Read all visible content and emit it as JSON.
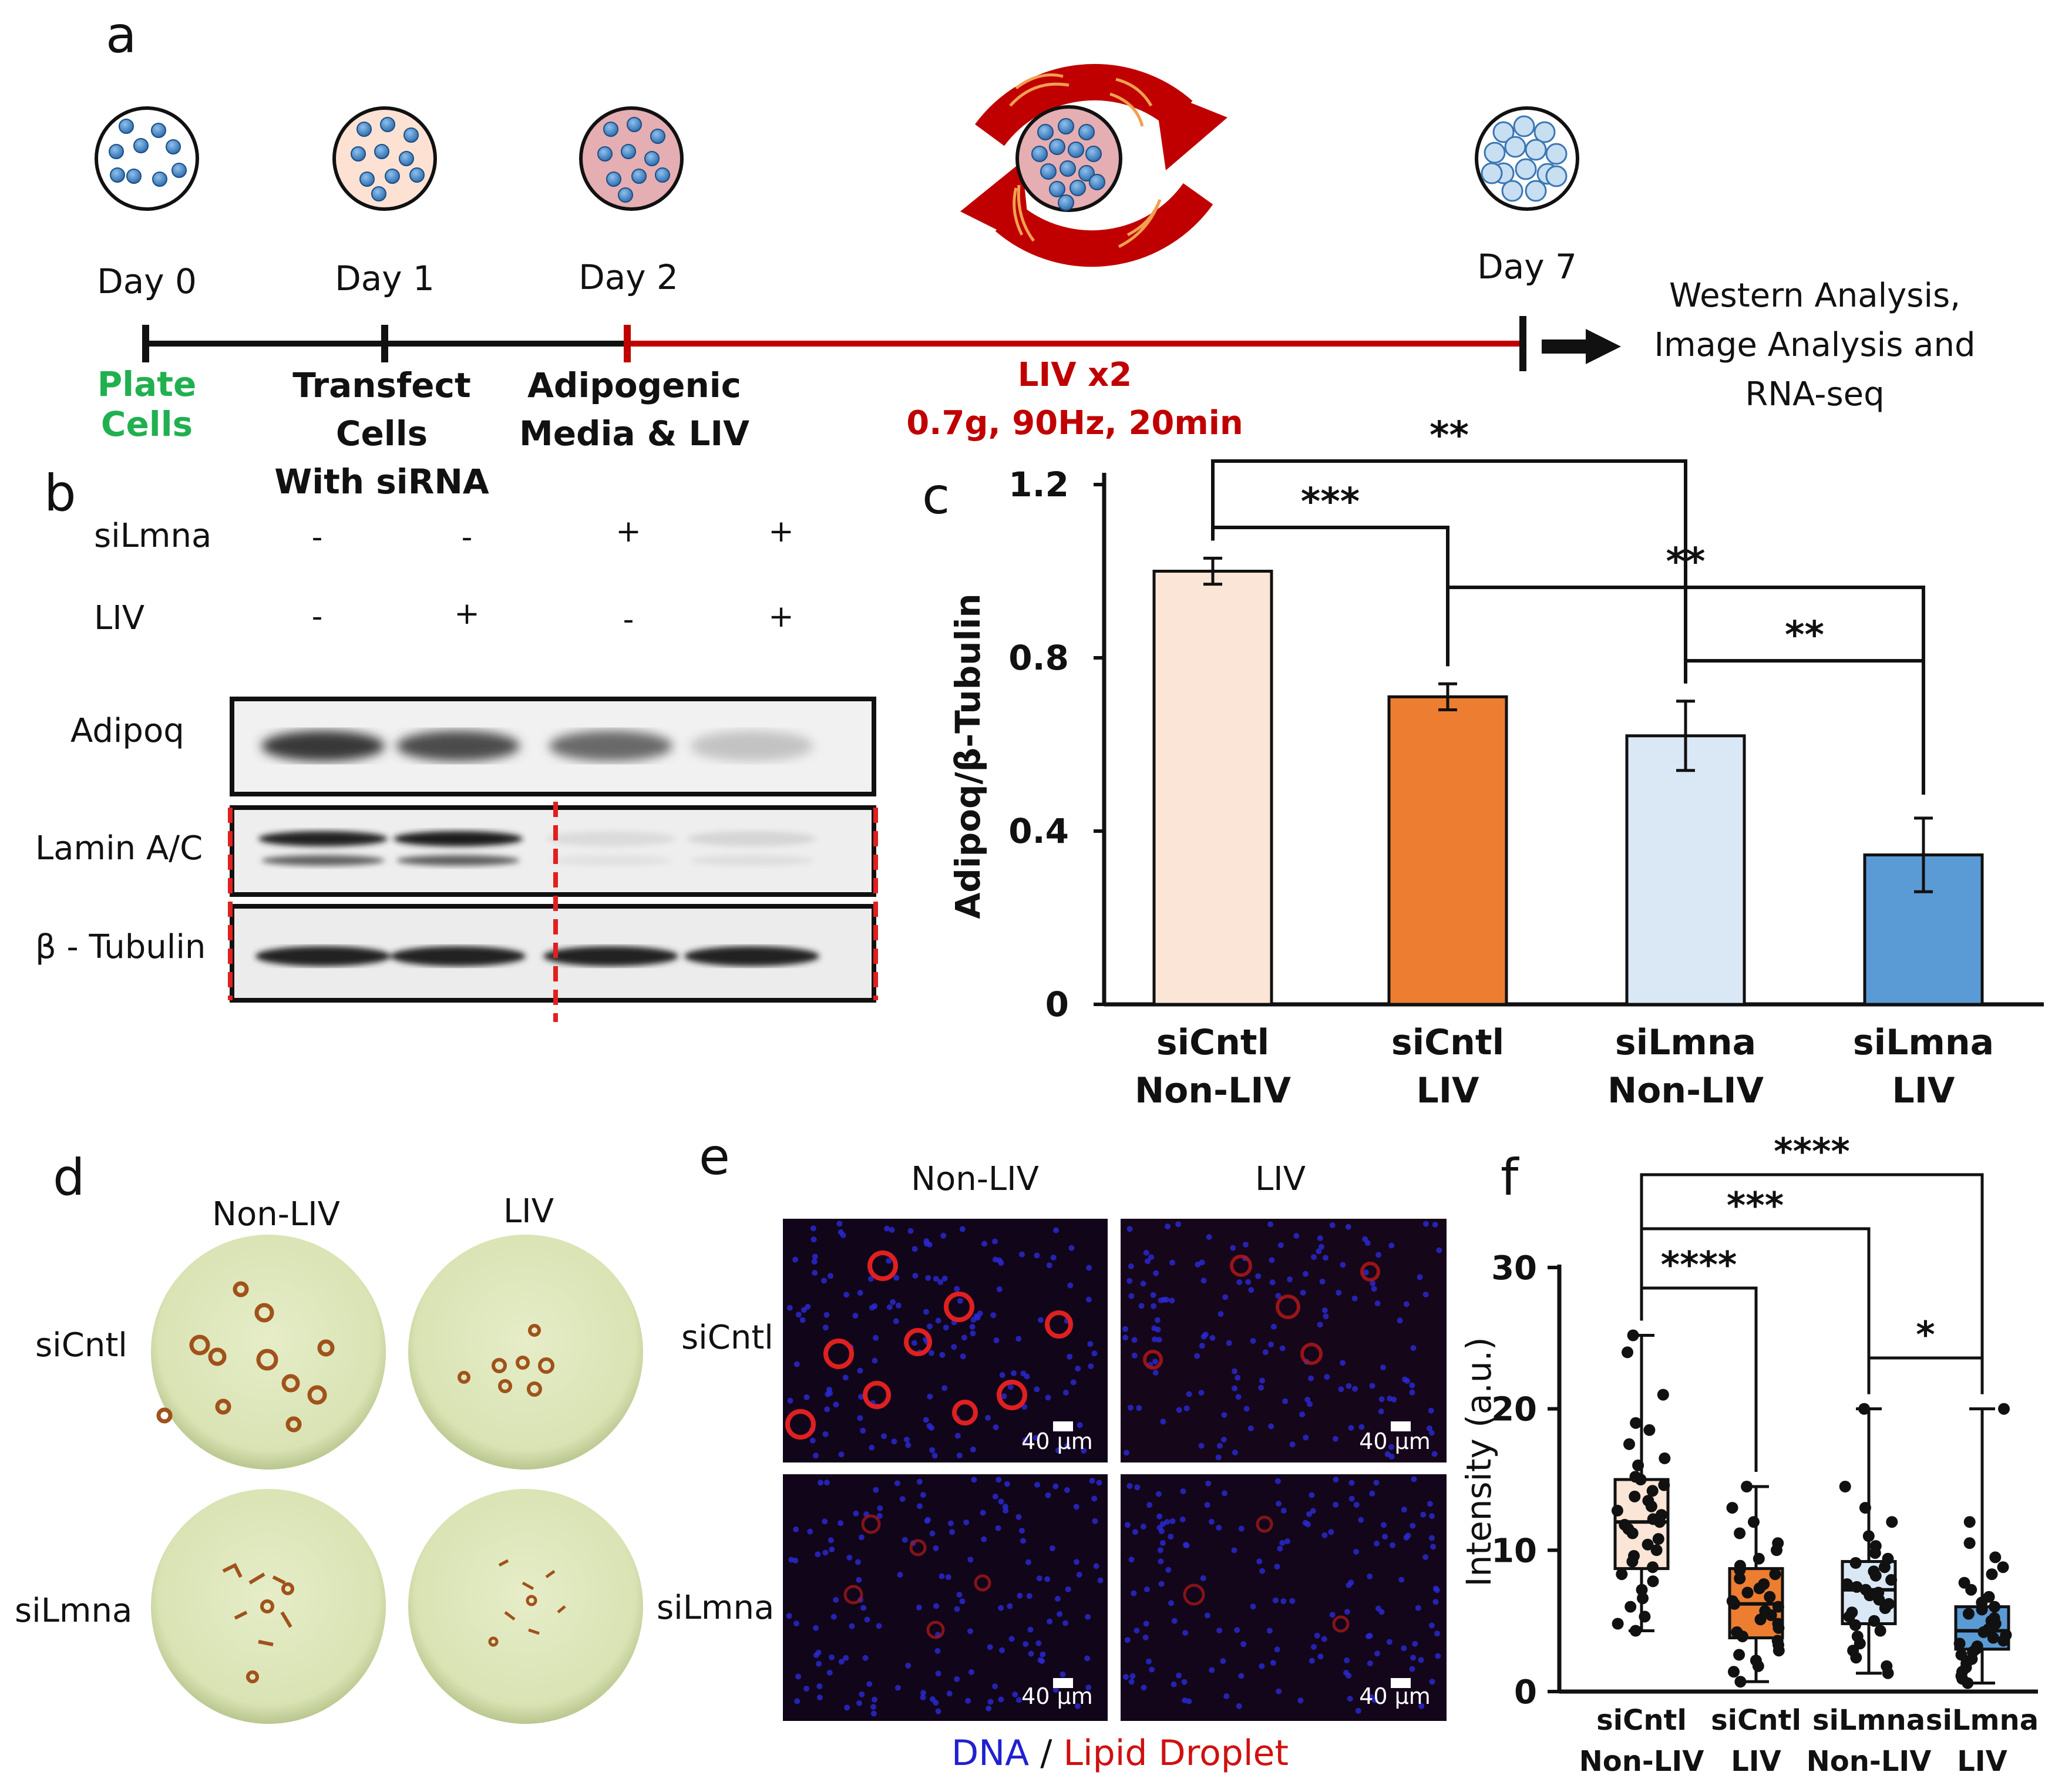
{
  "panels": {
    "a": "a",
    "b": "b",
    "c": "c",
    "d": "d",
    "e": "e",
    "f": "f"
  },
  "timeline": {
    "days": [
      "Day 0",
      "Day 1",
      "Day 2",
      "Day 7"
    ],
    "steps": {
      "plate": "Plate Cells",
      "transfect_1": "Transfect Cells",
      "transfect_2": "With siRNA",
      "adipo_1": "Adipogenic",
      "adipo_2": "Media & LIV",
      "liv_1": "LIV x2",
      "liv_2": "0.7g, 90Hz, 20min"
    },
    "analysis": [
      "Western Analysis,",
      "Image Analysis and",
      "RNA-seq"
    ],
    "colors": {
      "plate": "#20b050",
      "liv": "#c00000",
      "dish_blue": "#3f84c6"
    }
  },
  "western": {
    "row_labels": {
      "silmna": "siLmna",
      "liv": "LIV"
    },
    "silmna_signs": [
      "-",
      "-",
      "+",
      "+"
    ],
    "liv_signs": [
      "-",
      "+",
      "-",
      "+"
    ],
    "bands": [
      "Adipoq",
      "Lamin A/C",
      "β - Tubulin"
    ],
    "adipoq_intensity": [
      0.95,
      0.85,
      0.7,
      0.25
    ],
    "lamin_intensity": [
      0.95,
      0.97,
      0.1,
      0.12
    ],
    "tubulin_intensity": [
      0.95,
      0.95,
      0.95,
      0.95
    ]
  },
  "chart_data": [
    {
      "type": "bar",
      "ylabel": "Adipoq/β-Tubulin",
      "xlabel": "",
      "ylim": [
        0,
        1.2
      ],
      "yticks": [
        "0",
        "0.4",
        "0.8",
        "1.2"
      ],
      "categories": [
        [
          "siCntl",
          "Non-LIV"
        ],
        [
          "siCntl",
          "LIV"
        ],
        [
          "siLmna",
          "Non-LIV"
        ],
        [
          "siLmna",
          "LIV"
        ]
      ],
      "values": [
        1.0,
        0.71,
        0.62,
        0.345
      ],
      "errors": [
        0.03,
        0.03,
        0.08,
        0.085
      ],
      "colors": [
        "#fbe5d6",
        "#ed7d31",
        "#dae8f6",
        "#5b9bd5"
      ],
      "significance": [
        {
          "from": 0,
          "to": 2,
          "label": "**"
        },
        {
          "from": 0,
          "to": 1,
          "label": "***"
        },
        {
          "from": 1,
          "to": 3,
          "label": "**"
        },
        {
          "from": 2,
          "to": 3,
          "label": "**"
        }
      ]
    },
    {
      "type": "box",
      "ylabel": "Intensity (a.u.)",
      "xlabel": "",
      "ylim": [
        0,
        30
      ],
      "yticks": [
        "0",
        "10",
        "20",
        "30"
      ],
      "categories": [
        [
          "siCntl",
          "Non-LIV"
        ],
        [
          "siCntl",
          "LIV"
        ],
        [
          "siLmna",
          "Non-LIV"
        ],
        [
          "siLmna",
          "LIV"
        ]
      ],
      "boxes": [
        {
          "min": 4.3,
          "q1": 8.7,
          "median": 12.0,
          "q3": 15.0,
          "max": 25.2,
          "points": [
            25.2,
            24.0,
            21.0,
            19.0,
            18.5,
            17.5,
            16.5,
            16.0,
            15.2,
            15.0,
            14.6,
            14.2,
            13.8,
            13.5,
            13.1,
            12.8,
            12.5,
            12.2,
            12.0,
            11.8,
            11.5,
            11.2,
            10.8,
            10.4,
            10.0,
            9.6,
            9.2,
            8.8,
            8.3,
            7.8,
            7.2,
            6.6,
            6.0,
            5.3,
            4.8,
            4.3
          ]
        },
        {
          "min": 0.7,
          "q1": 3.8,
          "median": 6.2,
          "q3": 8.7,
          "max": 14.5,
          "points": [
            14.5,
            13.0,
            12.0,
            11.2,
            10.5,
            10.0,
            9.4,
            8.9,
            8.6,
            8.3,
            8.0,
            7.6,
            7.3,
            7.0,
            6.7,
            6.4,
            6.2,
            6.0,
            5.7,
            5.4,
            5.1,
            4.8,
            4.5,
            4.2,
            3.9,
            3.6,
            3.3,
            2.9,
            2.6,
            2.2,
            1.8,
            1.4,
            0.7
          ]
        },
        {
          "min": 1.3,
          "q1": 4.8,
          "median": 7.2,
          "q3": 9.2,
          "max": 20.0,
          "points": [
            20.0,
            14.5,
            13.0,
            12.0,
            11.0,
            10.3,
            9.8,
            9.4,
            9.1,
            8.8,
            8.5,
            8.2,
            7.9,
            7.6,
            7.4,
            7.2,
            7.0,
            6.8,
            6.5,
            6.2,
            5.9,
            5.6,
            5.3,
            5.0,
            4.7,
            4.3,
            3.9,
            3.4,
            2.9,
            2.4,
            1.8,
            1.3
          ]
        },
        {
          "min": 0.6,
          "q1": 3.0,
          "median": 4.3,
          "q3": 6.0,
          "max": 20.0,
          "points": [
            20.0,
            12.0,
            10.5,
            9.5,
            8.8,
            8.3,
            7.7,
            7.2,
            6.7,
            6.3,
            6.0,
            5.8,
            5.5,
            5.2,
            5.0,
            4.8,
            4.6,
            4.4,
            4.2,
            4.0,
            3.8,
            3.6,
            3.4,
            3.2,
            3.0,
            2.8,
            2.6,
            2.3,
            2.0,
            1.7,
            1.4,
            1.1,
            0.9,
            0.6
          ]
        }
      ],
      "colors": [
        "#fbe5d6",
        "#ed7d31",
        "#dae8f6",
        "#5b9bd5"
      ],
      "significance": [
        {
          "from": 0,
          "to": 3,
          "label": "****"
        },
        {
          "from": 0,
          "to": 2,
          "label": "***"
        },
        {
          "from": 0,
          "to": 1,
          "label": "****"
        },
        {
          "from": 2,
          "to": 3,
          "label": "*"
        }
      ]
    }
  ],
  "oilred": {
    "cols": [
      "Non-LIV",
      "LIV"
    ],
    "rows": [
      "siCntl",
      "siLmna"
    ]
  },
  "fluor": {
    "cols": [
      "Non-LIV",
      "LIV"
    ],
    "rows": [
      "siCntl",
      "siLmna"
    ],
    "scale": "40 µm",
    "legend_dna": "DNA",
    "legend_sep": "/",
    "legend_lipid": "Lipid Droplet",
    "legend_colors": {
      "dna": "#2020d0",
      "lipid": "#d01010"
    }
  }
}
